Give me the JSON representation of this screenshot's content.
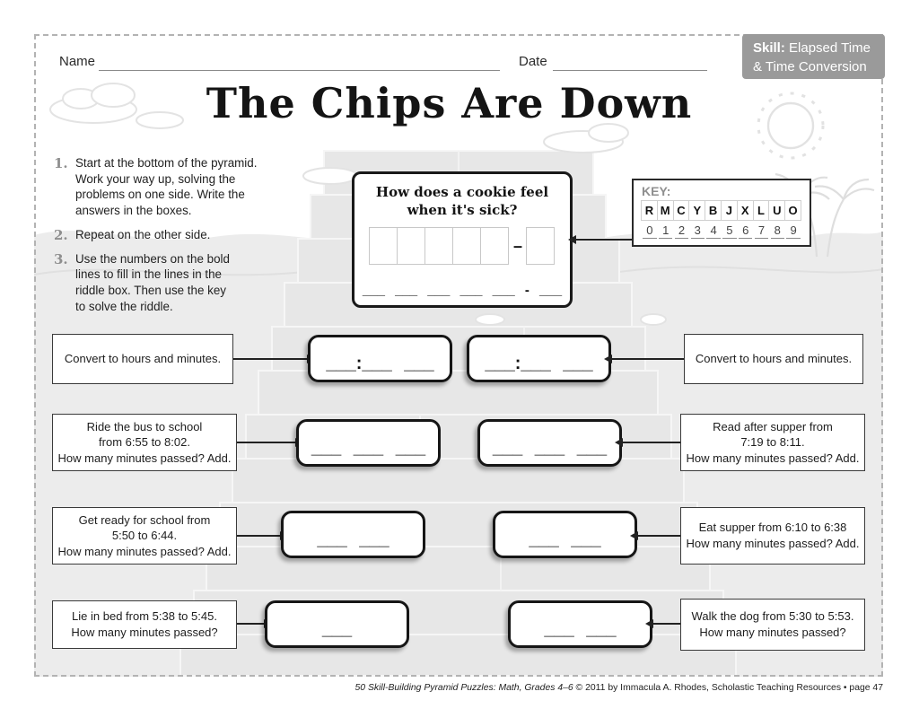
{
  "colors": {
    "badge_bg": "#9a9a9a",
    "ink": "#191919",
    "muted_gray": "#8e8e8e",
    "scene_gray": "#ececec"
  },
  "header": {
    "name_label": "Name",
    "date_label": "Date",
    "title": "The Chips Are Down",
    "skill_label": "Skill:",
    "skill_line1": " Elapsed Time",
    "skill_line2": "& Time Conversion"
  },
  "instructions": [
    {
      "num": "1.",
      "text": "Start at the bottom of the pyramid.\nWork your way up, solving the\nproblems on one side. Write the\nanswers in the boxes."
    },
    {
      "num": "2.",
      "text": "Repeat on the other side."
    },
    {
      "num": "3.",
      "text": "Use the numbers on the bold\nlines to fill in the lines in the\nriddle box. Then use the key\nto solve the riddle."
    }
  ],
  "riddle": {
    "question": "How does a cookie feel\nwhen it's sick?",
    "dash": "–",
    "answer_blanks": "___ ___ ___ ___ ___ - ___"
  },
  "key": {
    "label": "KEY:",
    "letters": [
      "R",
      "M",
      "C",
      "Y",
      "B",
      "J",
      "X",
      "L",
      "U",
      "O"
    ],
    "numbers": [
      "0",
      "1",
      "2",
      "3",
      "4",
      "5",
      "6",
      "7",
      "8",
      "9"
    ]
  },
  "rows": [
    {
      "left_clue": "Convert to hours and minutes.",
      "left_answer": "___:___ ___",
      "right_answer": "___:___ ___",
      "right_clue": "Convert to hours and minutes."
    },
    {
      "left_clue": "Ride the bus to school\nfrom 6:55 to 8:02.\nHow many minutes passed? Add.",
      "left_answer": "___ ___ ___",
      "right_answer": "___ ___ ___",
      "right_clue": "Read after supper from\n7:19 to 8:11.\nHow many minutes passed? Add."
    },
    {
      "left_clue": "Get ready for school from\n5:50 to 6:44.\nHow many minutes passed? Add.",
      "left_answer": "___ ___",
      "right_answer": "___ ___",
      "right_clue": "Eat supper from 6:10 to 6:38\nHow many minutes passed? Add."
    },
    {
      "left_clue": "Lie in bed from 5:38 to 5:45.\nHow many minutes passed?",
      "left_answer": "___",
      "right_answer": "___ ___",
      "right_clue": "Walk the dog from 5:30 to 5:53.\nHow many minutes passed?"
    }
  ],
  "footer": {
    "source_italic": "50 Skill-Building Pyramid Puzzles: Math, Grades 4–6",
    "source_rest": " © 2011 by Immacula A. Rhodes, Scholastic Teaching Resources • page 47"
  }
}
